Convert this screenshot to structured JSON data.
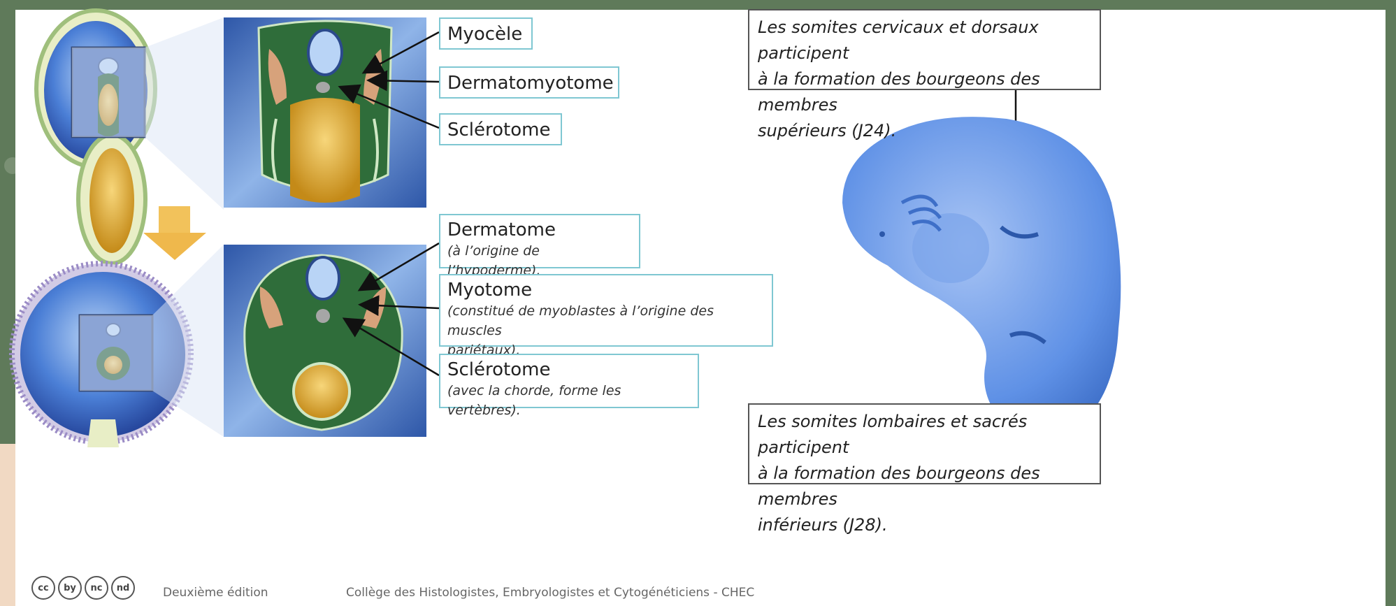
{
  "labels": {
    "myocele": "Myocèle",
    "dermatomyotome": "Dermatomyotome",
    "sclerotome_top": "Sclérotome",
    "dermatome": "Dermatome",
    "dermatome_note": "(à l’origine de l’hypoderme).",
    "myotome": "Myotome",
    "myotome_note_1": "(constitué de myoblastes à l’origine des muscles",
    "myotome_note_2": "pariétaux).",
    "sclerotome_bottom": "Sclérotome",
    "sclerotome_note": "(avec la chorde, forme les vertèbres)."
  },
  "notes": {
    "upper": [
      "Les somites cervicaux et dorsaux participent",
      "à la formation des bourgeons des membres",
      "supérieurs (J24)."
    ],
    "lower": [
      "Les somites lombaires et sacrés participent",
      "à la formation des bourgeons des membres",
      "inférieurs (J28)."
    ]
  },
  "footer": {
    "edition": "Deuxième édition",
    "college": "Collège des Histologistes, Embryologistes et Cytogénéticiens - CHEC"
  },
  "license_icons": [
    "cc",
    "by",
    "nc",
    "nd"
  ],
  "colors": {
    "label_border": "#7fc7d2",
    "embryo_blue": "#5b8fe0",
    "background_green": "#5f7a5a"
  }
}
